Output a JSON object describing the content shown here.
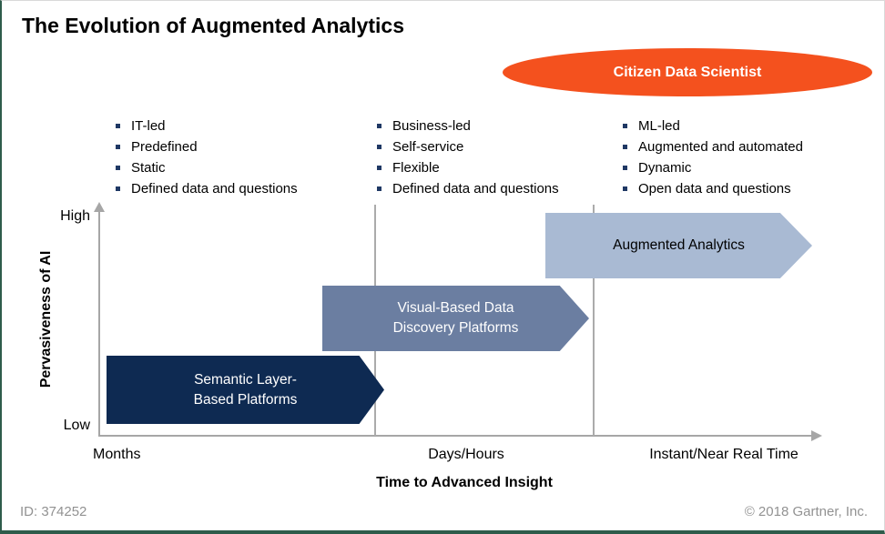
{
  "title": "The Evolution of Augmented Analytics",
  "bubble": {
    "label": "Citizen Data Scientist",
    "bg": "#F4511E",
    "text_color": "#FFFFFF"
  },
  "bullet_columns": [
    {
      "items": [
        "IT-led",
        "Predefined",
        "Static",
        "Defined data and questions"
      ]
    },
    {
      "items": [
        "Business-led",
        "Self-service",
        "Flexible",
        "Defined data and questions"
      ]
    },
    {
      "items": [
        "ML-led",
        "Augmented and automated",
        "Dynamic",
        "Open data and questions"
      ]
    }
  ],
  "y_axis": {
    "label": "Pervasiveness of AI",
    "top_tick": "High",
    "bottom_tick": "Low"
  },
  "x_axis": {
    "label": "Time to Advanced Insight",
    "ticks": [
      "Months",
      "Days/Hours",
      "Instant/Near Real Time"
    ]
  },
  "stages": [
    {
      "line1": "Semantic Layer-",
      "line2": "Based Platforms",
      "bg": "#0E2A52",
      "text_color": "#FFFFFF"
    },
    {
      "line1": "Visual-Based Data",
      "line2": "Discovery Platforms",
      "bg": "#6B7EA1",
      "text_color": "#FFFFFF"
    },
    {
      "line1": "Augmented Analytics",
      "line2": "",
      "bg": "#A9BAD3",
      "text_color": "#000000"
    }
  ],
  "footer": {
    "id_label": "ID: 374252",
    "copyright": "© 2018 Gartner, Inc."
  },
  "colors": {
    "axis": "#A6A6A6",
    "gridline": "#ABABAB",
    "bullet": "#1F3864"
  }
}
